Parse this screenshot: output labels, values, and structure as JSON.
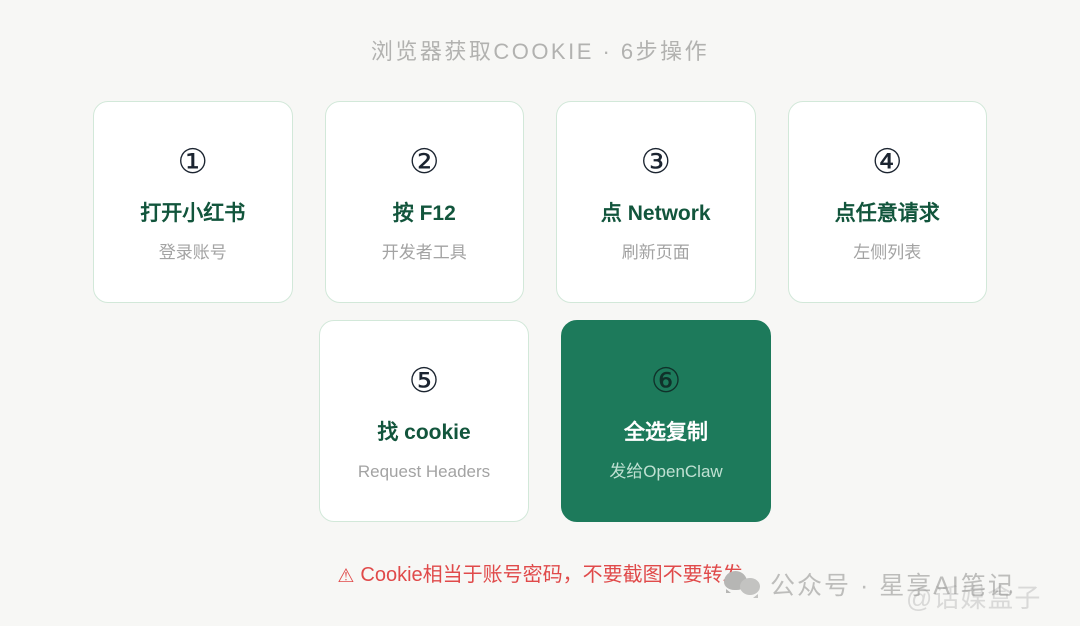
{
  "title": "浏览器获取COOKIE · 6步操作",
  "colors": {
    "page_bg": "#f7f7f5",
    "card_border": "#d2e8d9",
    "accent_green": "#1d7a5b",
    "title_green": "#12553c",
    "subtitle_gray": "#a3a3a3",
    "warning_red": "#e04a4a",
    "heading_gray": "#b2b2b0"
  },
  "steps": [
    {
      "number": "①",
      "title": "打开小红书",
      "subtitle": "登录账号",
      "highlight": false
    },
    {
      "number": "②",
      "title": "按 F12",
      "subtitle": "开发者工具",
      "highlight": false
    },
    {
      "number": "③",
      "title": "点 Network",
      "subtitle": "刷新页面",
      "highlight": false
    },
    {
      "number": "④",
      "title": "点任意请求",
      "subtitle": "左侧列表",
      "highlight": false
    },
    {
      "number": "⑤",
      "title": "找 cookie",
      "subtitle": "Request Headers",
      "highlight": false
    },
    {
      "number": "⑥",
      "title": "全选复制",
      "subtitle": "发给OpenClaw",
      "highlight": true
    }
  ],
  "warning": {
    "icon": "⚠",
    "text": "Cookie相当于账号密码，不要截图不要转发"
  },
  "watermark": {
    "icon_name": "wechat-icon",
    "text": "公众号 · 星享AI笔记",
    "overlay_text": "@话媒盒子"
  }
}
